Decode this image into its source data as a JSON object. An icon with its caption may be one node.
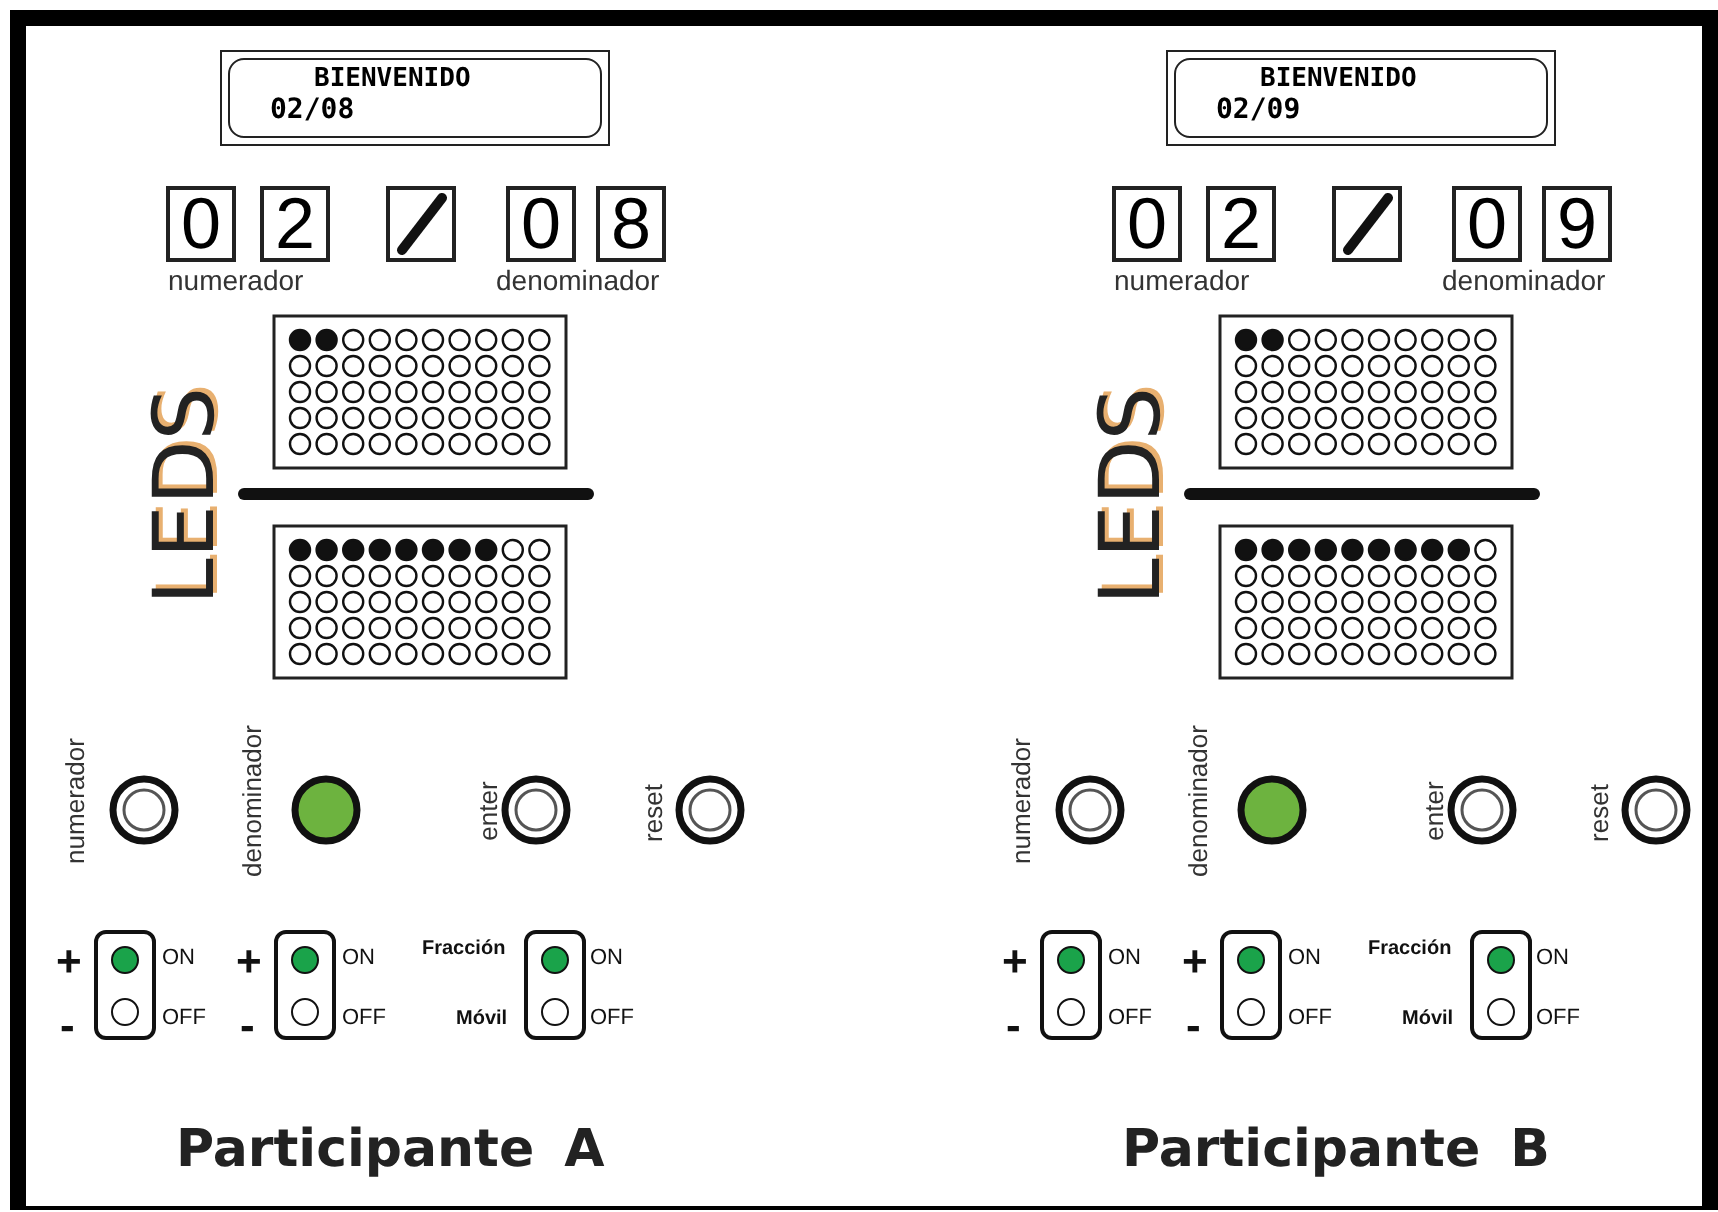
{
  "diagram": {
    "nodes": [
      {
        "text": [
          "BIENVENIDO",
          "02/08"
        ]
      },
      {
        "text": [
          "0"
        ]
      },
      {
        "text": [
          "2"
        ]
      },
      {
        "text": [],
        "shape": "box"
      },
      {
        "text": [
          "0"
        ]
      },
      {
        "text": [
          "8"
        ]
      },
      {
        "text": [],
        "shape": "circle",
        "beside": [
          "numerador"
        ]
      },
      {
        "text": [],
        "shape": "circle",
        "beside": [
          "denominador"
        ]
      },
      {
        "text": [],
        "shape": "circle",
        "beside": [
          "enter"
        ]
      },
      {
        "text": [],
        "shape": "circle",
        "beside": [
          "reset"
        ]
      },
      {
        "text": [],
        "shape": "box",
        "beside": [
          "+",
          "-",
          "ON",
          "OFF"
        ]
      },
      {
        "text": [],
        "shape": "box",
        "beside": [
          "+",
          "-",
          "ON",
          "OFF"
        ]
      },
      {
        "text": [],
        "shape": "box",
        "beside": [
          "Fracción",
          "Móvil",
          "ON",
          "OFF"
        ]
      },
      {
        "text": [
          "BIENVENIDO",
          "02/09"
        ]
      },
      {
        "text": [
          "0"
        ]
      },
      {
        "text": [
          "2"
        ]
      },
      {
        "text": [],
        "shape": "box"
      },
      {
        "text": [
          "0"
        ]
      },
      {
        "text": [
          "9"
        ]
      },
      {
        "text": [],
        "shape": "circle",
        "beside": [
          "numerador"
        ]
      },
      {
        "text": [],
        "shape": "circle",
        "beside": [
          "denominador"
        ]
      },
      {
        "text": [],
        "shape": "circle",
        "beside": [
          "enter"
        ]
      },
      {
        "text": [],
        "shape": "circle",
        "beside": [
          "reset"
        ]
      },
      {
        "text": [],
        "shape": "box",
        "beside": [
          "+",
          "-",
          "ON",
          "OFF"
        ]
      },
      {
        "text": [],
        "shape": "box",
        "beside": [
          "+",
          "-",
          "ON",
          "OFF"
        ]
      },
      {
        "text": [],
        "shape": "box",
        "beside": [
          "Fracción",
          "Móvil",
          "ON",
          "OFF"
        ]
      }
    ],
    "labels": [
      "numerador",
      "denominador",
      "LEDS",
      "Participante A",
      "numerador",
      "denominador",
      "LEDS",
      "Participante B"
    ]
  }
}
